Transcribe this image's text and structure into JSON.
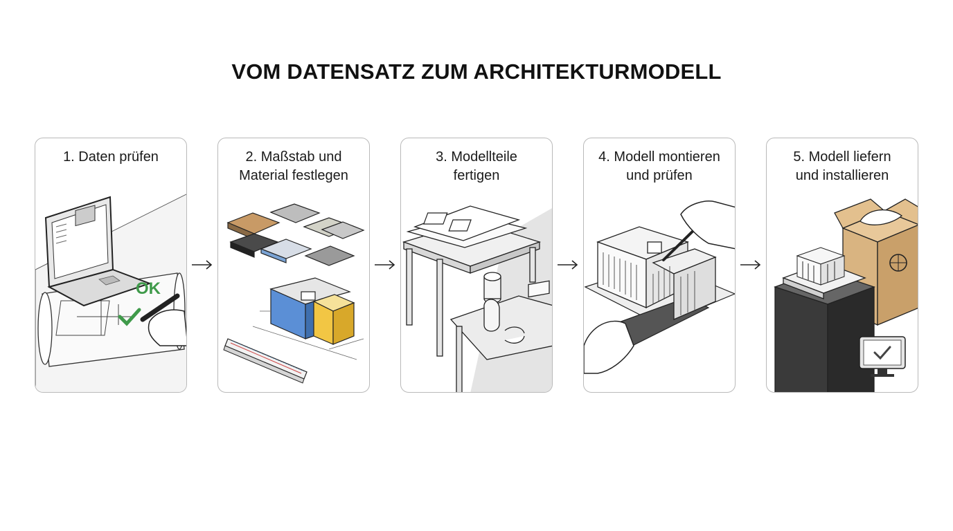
{
  "title": "VOM DATENSATZ ZUM ARCHITEKTURMODELL",
  "steps": [
    {
      "label": "1. Daten prüfen",
      "badge": "OK"
    },
    {
      "label": "2. Maßstab und\nMaterial festlegen"
    },
    {
      "label": "3. Modellteile\nfertigen"
    },
    {
      "label": "4. Modell montieren\nund prüfen"
    },
    {
      "label": "5. Modell liefern\nund installieren"
    }
  ],
  "colors": {
    "ok_green": "#3f9a4a",
    "material_blue": "#5b8fd6",
    "material_yellow": "#f2c644",
    "wood": "#d9b481",
    "dark": "#3a3a3a"
  }
}
